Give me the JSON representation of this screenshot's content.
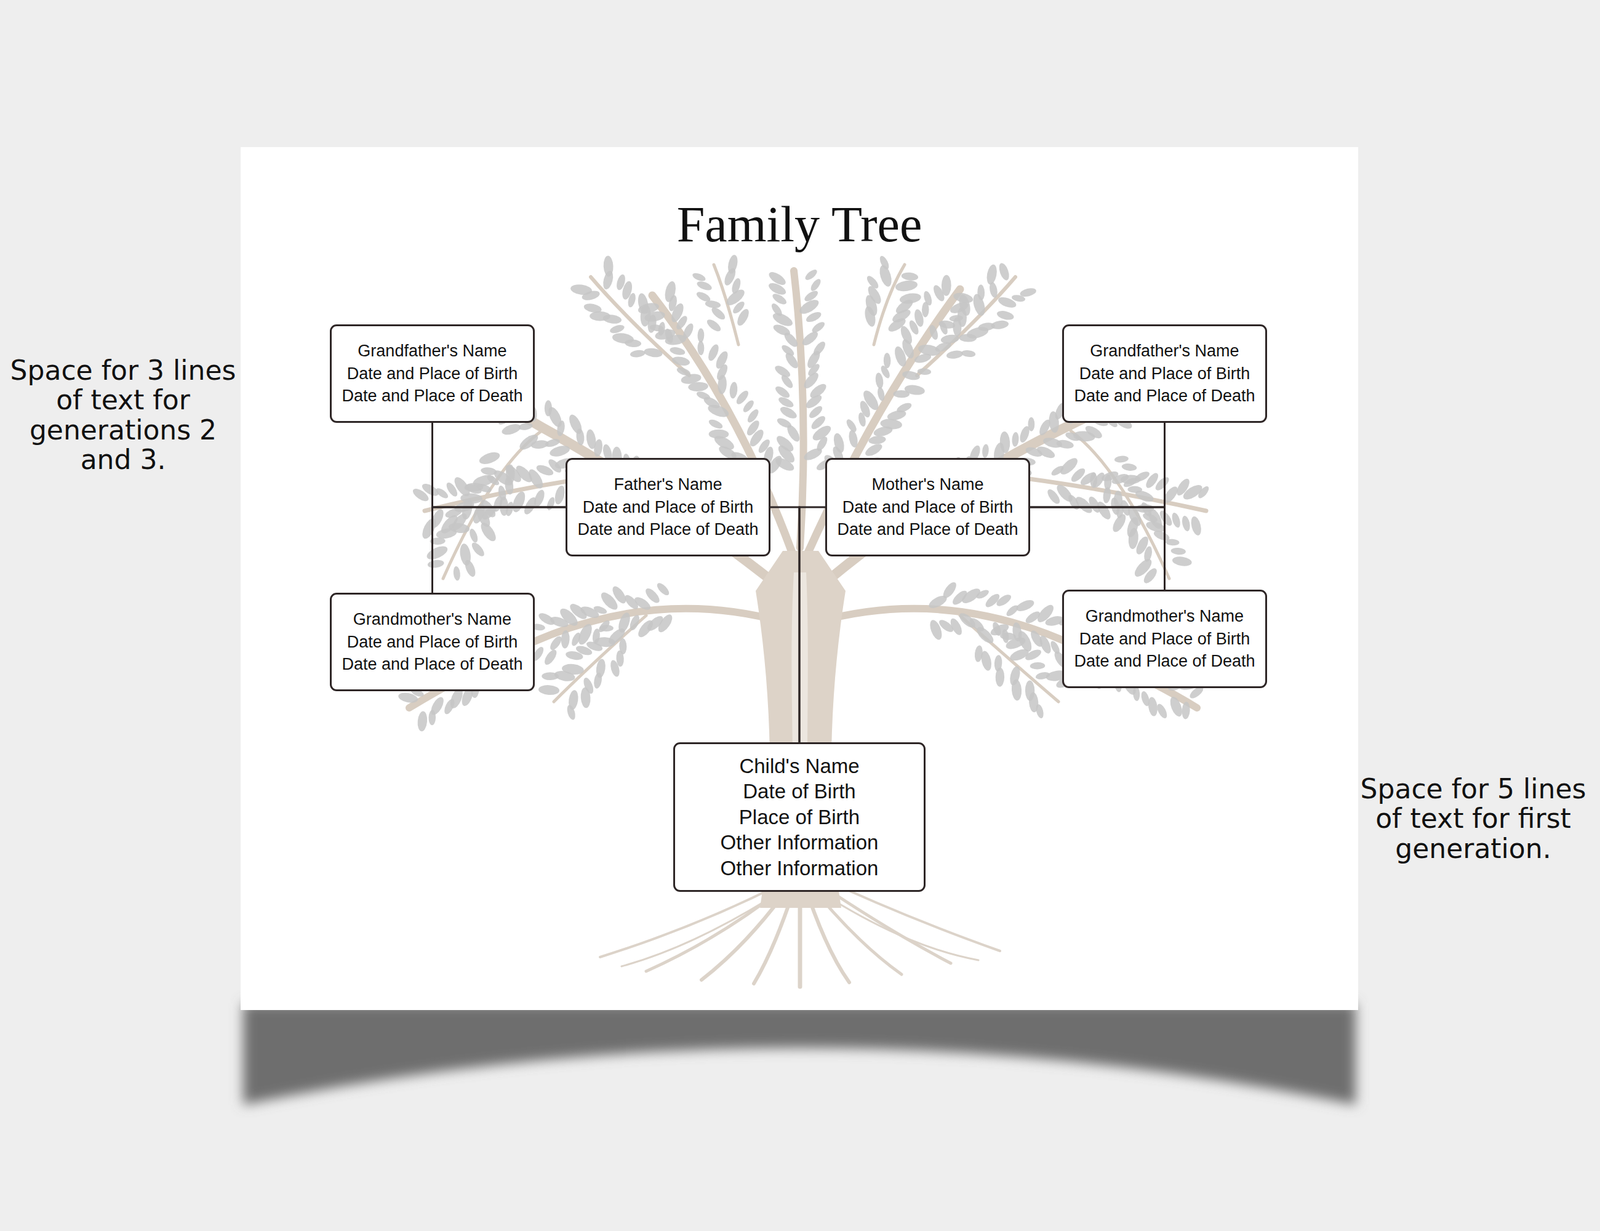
{
  "diagram": {
    "title": "Family Tree",
    "nodes": [
      {
        "text": [
          "Grandfather's Name",
          "Date and Place of Birth",
          "Date and Place of Death"
        ]
      },
      {
        "text": [
          "Grandfather's Name",
          "Date and Place of Birth",
          "Date and Place of Death"
        ]
      },
      {
        "text": [
          "Father's Name",
          "Date and Place of Birth",
          "Date and Place of Death"
        ]
      },
      {
        "text": [
          "Mother's Name",
          "Date and Place of Birth",
          "Date and Place of Death"
        ]
      },
      {
        "text": [
          "Grandmother's Name",
          "Date and Place of Birth",
          "Date and Place of Death"
        ]
      },
      {
        "text": [
          "Grandmother's Name",
          "Date and Place of Birth",
          "Date and Place of Death"
        ]
      },
      {
        "text": [
          "Child's Name",
          "Date of Birth",
          "Place of Birth",
          "Other Information",
          "Other Information"
        ]
      }
    ],
    "edges": [
      {
        "from": 0,
        "to": 2,
        "arrow": "none"
      },
      {
        "from": 4,
        "to": 2,
        "arrow": "none"
      },
      {
        "from": 1,
        "to": 3,
        "arrow": "none"
      },
      {
        "from": 5,
        "to": 3,
        "arrow": "none"
      },
      {
        "from": 2,
        "to": 6,
        "arrow": "none"
      },
      {
        "from": 3,
        "to": 6,
        "arrow": "none"
      }
    ],
    "labels": [
      "Space for 3 lines of text for generations 2 and 3.",
      "Space for 5 lines of text for first generation."
    ]
  }
}
